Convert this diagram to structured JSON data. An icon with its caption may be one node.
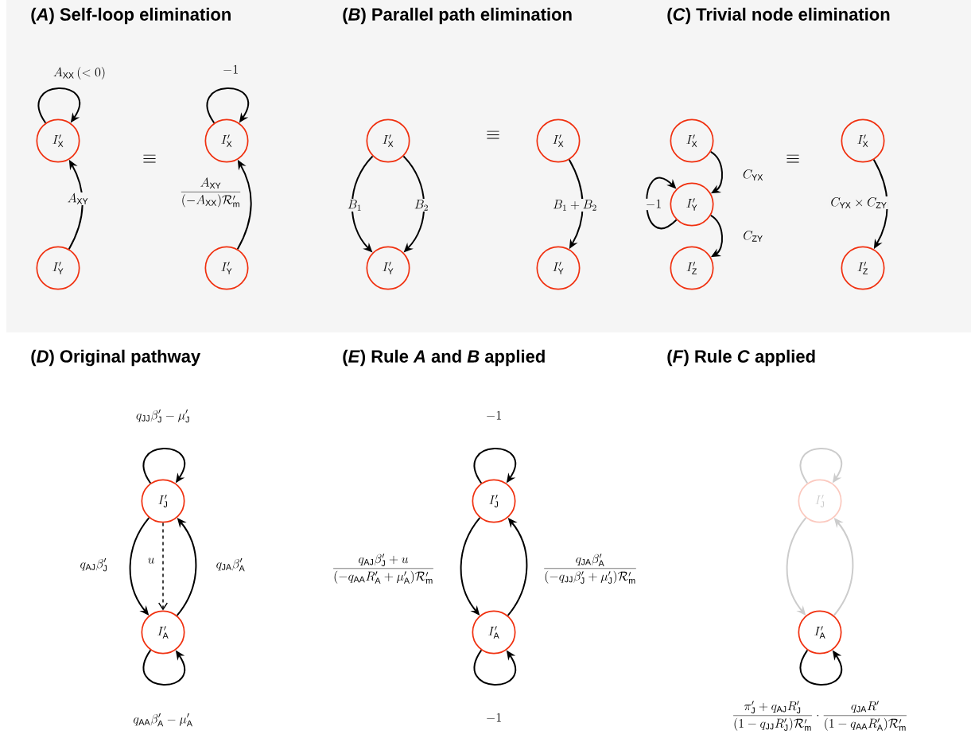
{
  "diagram": {
    "nodes": [
      {
        "text": [
          "I'_{\\mathrm{X}}"
        ]
      },
      {
        "text": [
          "I'_{\\mathrm{Y}}"
        ]
      },
      {
        "text": [
          "I'_{\\mathrm{X}}"
        ]
      },
      {
        "text": [
          "I'_{\\mathrm{Y}}"
        ]
      },
      {
        "text": [
          "I'_{\\mathrm{X}}"
        ]
      },
      {
        "text": [
          "I'_{\\mathrm{Y}}"
        ]
      },
      {
        "text": [
          "I'_{\\mathrm{X}}"
        ]
      },
      {
        "text": [
          "I'_{\\mathrm{Y}}"
        ]
      },
      {
        "text": [
          "I'_{\\mathrm{X}}"
        ]
      },
      {
        "text": [
          "I'_{\\mathrm{Y}}"
        ]
      },
      {
        "text": [
          "I'_{\\mathrm{Z}}"
        ]
      },
      {
        "text": [
          "I'_{\\mathrm{X}}"
        ]
      },
      {
        "text": [
          "I'_{\\mathrm{Z}}"
        ]
      },
      {
        "text": [
          "I'_{\\mathrm{J}}"
        ]
      },
      {
        "text": [
          "I'_{\\mathrm{A}}"
        ]
      },
      {
        "text": [
          "I'_{\\mathrm{J}}"
        ]
      },
      {
        "text": [
          "I'_{\\mathrm{A}}"
        ]
      },
      {
        "text": [
          "I'_{\\mathrm{J}}"
        ]
      },
      {
        "text": [
          "I'_{\\mathrm{A}}"
        ]
      }
    ],
    "edges": [
      {
        "from": 0,
        "to": 0,
        "arrow": "to",
        "label": "A_{\\mathrm{XX}}\\,(<0)"
      },
      {
        "from": 1,
        "to": 0,
        "arrow": "to",
        "label": "A_{\\mathrm{XY}}"
      },
      {
        "from": 2,
        "to": 2,
        "arrow": "to",
        "label": "-1"
      },
      {
        "from": 3,
        "to": 2,
        "arrow": "to",
        "label": "\\frac{A_{\\mathrm{XY}}}{(-A_{\\mathrm{XX}})\\mathcal{R}'_{\\mathrm{m}}}"
      },
      {
        "from": 4,
        "to": 5,
        "arrow": "to",
        "label": "B_1"
      },
      {
        "from": 4,
        "to": 5,
        "arrow": "to",
        "label": "B_2"
      },
      {
        "from": 6,
        "to": 7,
        "arrow": "to",
        "label": "B_1+B_2"
      },
      {
        "from": 8,
        "to": 9,
        "arrow": "to",
        "label": "C_{\\mathrm{YX}}"
      },
      {
        "from": 9,
        "to": 9,
        "arrow": "to",
        "label": "-1"
      },
      {
        "from": 9,
        "to": 10,
        "arrow": "to",
        "label": "C_{\\mathrm{ZY}}"
      },
      {
        "from": 11,
        "to": 12,
        "arrow": "to",
        "label": "C_{\\mathrm{YX}}\\times C_{\\mathrm{ZY}}"
      },
      {
        "from": 13,
        "to": 13,
        "arrow": "to",
        "label": "q_{\\mathrm{JJ}}\\beta'_{\\mathrm{J}}-\\mu'_{\\mathrm{J}}"
      },
      {
        "from": 13,
        "to": 14,
        "arrow": "to",
        "label": "q_{\\mathrm{AJ}}\\beta'_{\\mathrm{J}}"
      },
      {
        "from": 13,
        "to": 14,
        "arrow": "to",
        "style": "dashed",
        "label": "u"
      },
      {
        "from": 14,
        "to": 13,
        "arrow": "to",
        "label": "q_{\\mathrm{JA}}\\beta'_{\\mathrm{A}}"
      },
      {
        "from": 14,
        "to": 14,
        "arrow": "to",
        "label": "q_{\\mathrm{AA}}\\beta'_{\\mathrm{A}}-\\mu'_{\\mathrm{A}}"
      },
      {
        "from": 15,
        "to": 15,
        "arrow": "to",
        "label": "-1"
      },
      {
        "from": 15,
        "to": 16,
        "arrow": "to",
        "label": "\\frac{q_{\\mathrm{AJ}}\\beta'_{\\mathrm{J}}+u}{(-q_{\\mathrm{AA}}R'_{\\mathrm{A}}+\\mu'_{\\mathrm{A}})\\mathcal{R}'_{\\mathrm{m}}}"
      },
      {
        "from": 16,
        "to": 15,
        "arrow": "to",
        "label": "\\frac{q_{\\mathrm{JA}}\\beta'_{\\mathrm{A}}}{(-q_{\\mathrm{JJ}}\\beta'_{\\mathrm{J}}+\\mu'_{\\mathrm{J}})\\mathcal{R}'_{\\mathrm{m}}}"
      },
      {
        "from": 16,
        "to": 16,
        "arrow": "to",
        "label": "-1"
      },
      {
        "from": 17,
        "to": 17,
        "arrow": "to",
        "color": "#cccccc"
      },
      {
        "from": 17,
        "to": 18,
        "arrow": "to",
        "color": "#cccccc"
      },
      {
        "from": 18,
        "to": 17,
        "arrow": "to",
        "color": "#cccccc"
      },
      {
        "from": 18,
        "to": 18,
        "arrow": "to",
        "label": "\\frac{\\pi'_{\\mathrm{J}}+q_{\\mathrm{AJ}}R'_{\\mathrm{J}}}{(1-q_{\\mathrm{JJ}}R'_{\\mathrm{J}})\\mathcal{R}'_{\\mathrm{m}}}\\cdot\\frac{q_{\\mathrm{JA}}R'}{(1-q_{\\mathrm{AA}}R'_{\\mathrm{A}})\\mathcal{R}'_{\\mathrm{m}}}"
      }
    ],
    "labels": [
      "(*A*) Self-loop elimination",
      "(*B*) Parallel path elimination",
      "(*C*) Trivial node elimination",
      "\\equiv",
      "\\equiv",
      "\\equiv",
      "(*D*) Original pathway",
      "(*E*) Rule *A* and *B* applied",
      "(*F*) Rule *C* applied"
    ]
  }
}
